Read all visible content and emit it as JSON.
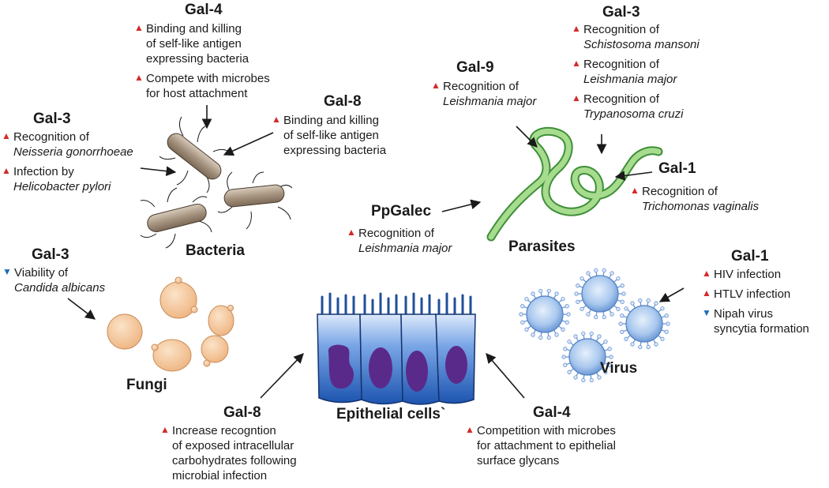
{
  "marks": {
    "increase": "▲",
    "decrease": "▼"
  },
  "colors": {
    "increase": "#d42a2a",
    "decrease": "#1f6fb5",
    "bacteria": "#9d8a76",
    "parasite": "#7fc86b",
    "fungi": "#f0bf90",
    "virus": "#8fb8e6",
    "epithelium": "#2f6fc7",
    "nucleus": "#5a2a8a"
  },
  "organisms": {
    "bacteria": "Bacteria",
    "parasites": "Parasites",
    "fungi": "Fungi",
    "virus": "Virus",
    "epithelium": "Epithelial cells`"
  },
  "galectins": {
    "gal4_top": {
      "name": "Gal-4",
      "items": [
        {
          "dir": "up",
          "lines": [
            "Binding and killing",
            "of self-like  antigen",
            "expressing bacteria"
          ]
        },
        {
          "dir": "up",
          "lines": [
            "Compete with microbes",
            "for host attachment"
          ]
        }
      ]
    },
    "gal8_top": {
      "name": "Gal-8",
      "items": [
        {
          "dir": "up",
          "lines": [
            "Binding and killing",
            "of self-like  antigen",
            "expressing bacteria"
          ]
        }
      ]
    },
    "gal3_bacteria": {
      "name": "Gal-3",
      "items": [
        {
          "dir": "up",
          "lines": [
            "Recognition of"
          ],
          "italic": [
            "Neisseria gonorrhoeae"
          ]
        },
        {
          "dir": "up",
          "lines": [
            "Infection by"
          ],
          "italic": [
            "Helicobacter pylori"
          ]
        }
      ]
    },
    "gal9": {
      "name": "Gal-9",
      "items": [
        {
          "dir": "up",
          "lines": [
            "Recognition of"
          ],
          "italic": [
            "Leishmania major"
          ]
        }
      ]
    },
    "gal3_parasite": {
      "name": "Gal-3",
      "items": [
        {
          "dir": "up",
          "lines": [
            "Recognition of"
          ],
          "italic": [
            "Schistosoma mansoni"
          ]
        },
        {
          "dir": "up",
          "lines": [
            "Recognition of"
          ],
          "italic": [
            "Leishmania major"
          ]
        },
        {
          "dir": "up",
          "lines": [
            "Recognition of"
          ],
          "italic": [
            "Trypanosoma cruzi"
          ]
        }
      ]
    },
    "gal1_parasite": {
      "name": "Gal-1",
      "items": [
        {
          "dir": "up",
          "lines": [
            "Recognition of"
          ],
          "italic": [
            "Trichomonas vaginalis"
          ]
        }
      ]
    },
    "ppgalec": {
      "name": "PpGalec",
      "items": [
        {
          "dir": "up",
          "lines": [
            "Recognition of"
          ],
          "italic": [
            "Leishmania major"
          ]
        }
      ]
    },
    "gal3_fungi": {
      "name": "Gal-3",
      "items": [
        {
          "dir": "down",
          "lines": [
            "Viability of"
          ],
          "italic": [
            "Candida albicans"
          ]
        }
      ]
    },
    "gal1_virus": {
      "name": "Gal-1",
      "items": [
        {
          "dir": "up",
          "lines": [
            "HIV infection"
          ]
        },
        {
          "dir": "up",
          "lines": [
            "HTLV infection"
          ]
        },
        {
          "dir": "down",
          "lines": [
            "Nipah virus",
            "syncytia formation"
          ]
        }
      ]
    },
    "gal8_bottom": {
      "name": "Gal-8",
      "items": [
        {
          "dir": "up",
          "lines": [
            "Increase recogntion",
            "of exposed intracellular",
            "carbohydrates following",
            "microbial infection"
          ]
        }
      ]
    },
    "gal4_bottom": {
      "name": "Gal-4",
      "items": [
        {
          "dir": "up",
          "lines": [
            "Competition with microbes",
            "for attachment to epithelial",
            "surface glycans"
          ]
        }
      ]
    }
  }
}
